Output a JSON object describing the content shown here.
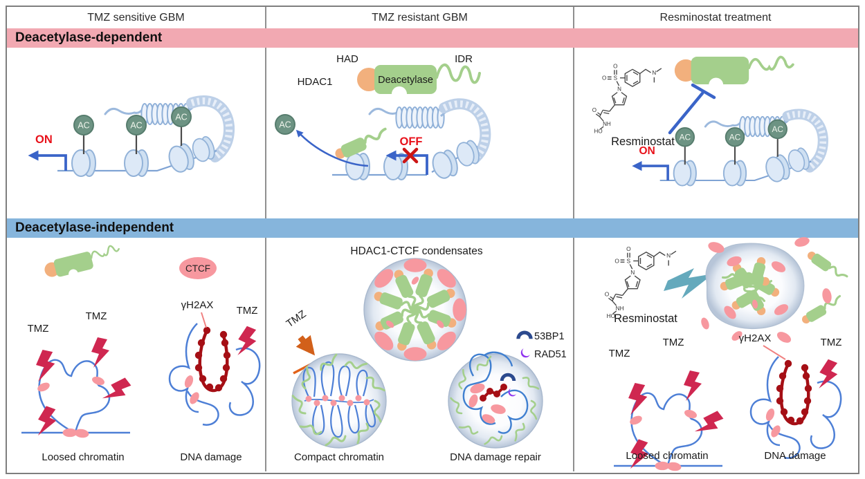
{
  "table": {
    "col_headers": [
      "TMZ sensitive GBM",
      "TMZ resistant GBM",
      "Resminostat treatment"
    ],
    "row_bands": [
      {
        "label": "Deacetylase-dependent",
        "color": "#f2a9b2"
      },
      {
        "label": "Deacetylase-independent",
        "color": "#86b5dc"
      }
    ]
  },
  "labels": {
    "on": "ON",
    "off": "OFF",
    "ac": "AC",
    "hdac1": "HDAC1",
    "had": "HAD",
    "deacetylase": "Deacetylase",
    "idr": "IDR",
    "resminostat": "Resminostat",
    "ctcf": "CTCF",
    "tmz": "TMZ",
    "gamma_h2ax": "γH2AX",
    "condensates_title": "HDAC1-CTCF condensates",
    "p53bp1": "53BP1",
    "rad51": "RAD51"
  },
  "captions": {
    "loosed_chromatin": "Loosed chromatin",
    "dna_damage": "DNA damage",
    "compact_chromatin": "Compact chromatin",
    "dna_damage_repair": "DNA damage repair"
  },
  "molecule_atoms": {
    "o_top": "O",
    "o_left": "O",
    "s": "S",
    "n_pyrrole": "N",
    "o_carbonyl": "O",
    "nh": "NH",
    "ho": "HO",
    "n_amine": "N"
  },
  "colors": {
    "band_pink": "#f2a9b2",
    "band_blue": "#86b5dc",
    "hdac1_green": "#a4cf8c",
    "had_orange": "#f2b07d",
    "ctcf_pink": "#f7989f",
    "ac_green": "#6d9383",
    "tmz_crimson": "#cf2750",
    "dna_blue": "#4d7fd6",
    "gamma_red": "#a50f15",
    "arrow_blue": "#3a64c8",
    "on_off_red": "#e8111a",
    "tmz_block_orange": "#d2601a",
    "resminostat_teal": "#64a9bc",
    "p53bp1_navy": "#2c4a8e",
    "rad51_purple": "#8f33ee",
    "chromatin_light_blue": "#bdd0e8"
  }
}
